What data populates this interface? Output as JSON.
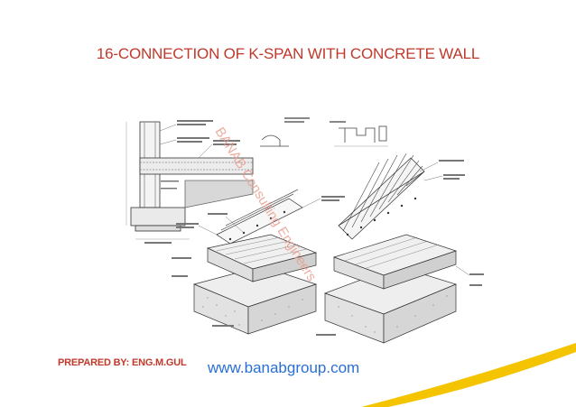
{
  "slide": {
    "title": "16-CONNECTION OF K-SPAN WITH CONCRETE WALL",
    "watermark": "BANAB Consulting Engineers",
    "footer_prepared_by": "PREPARED BY: ENG.M.GUL",
    "footer_url": "www.banabgroup.com"
  },
  "colors": {
    "title": "#c0392b",
    "url": "#2a6fd6",
    "accent_yellow": "#f5c400",
    "watermark": "#e89a8a"
  }
}
